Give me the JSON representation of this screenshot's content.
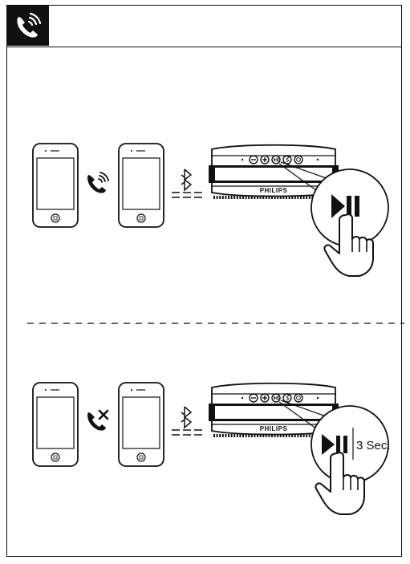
{
  "header": {
    "icon": "phone-call-icon"
  },
  "panels": [
    {
      "id": "answer-call",
      "call_icon": "phone-ringing-icon",
      "connection_icon": "bluetooth-icon",
      "speaker_brand": "PHILIPS",
      "button_icon": "play-pause-icon",
      "press_duration": ""
    },
    {
      "id": "reject-call",
      "call_icon": "phone-reject-icon",
      "connection_icon": "bluetooth-icon",
      "speaker_brand": "PHILIPS",
      "button_icon": "play-pause-icon",
      "press_duration": "3 Sec."
    }
  ],
  "colors": {
    "ink": "#111111",
    "background": "#ffffff"
  }
}
